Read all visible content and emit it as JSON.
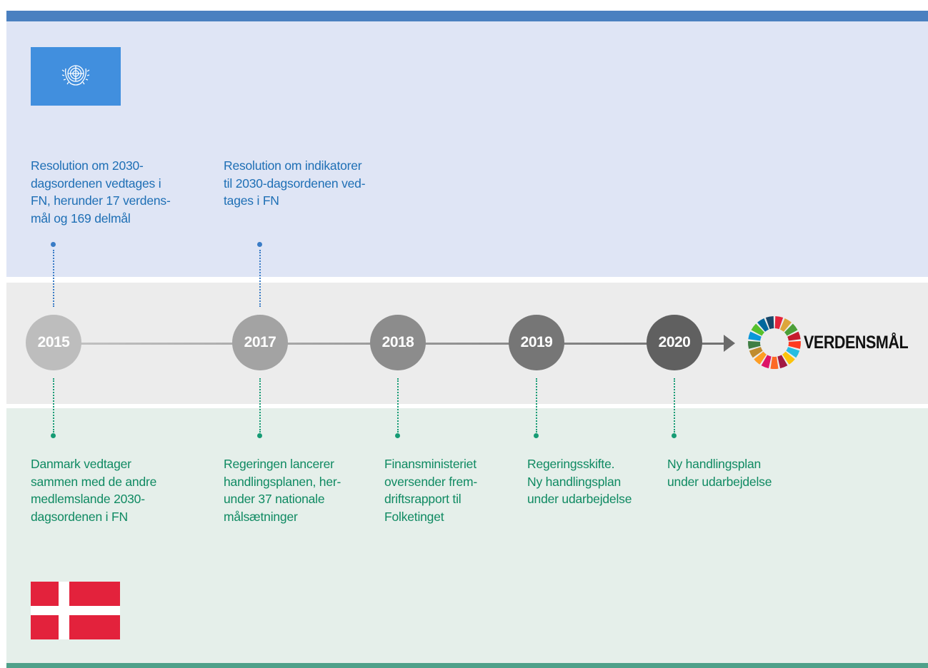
{
  "un_events": [
    {
      "lines": [
        "Resolution om 2030-",
        "dagsordenen vedtages i",
        "FN, herunder 17 verdens-",
        "mål og 169 delmål"
      ]
    },
    {
      "lines": [
        "Resolution om indikatorer",
        "til 2030-dagsordenen ved-",
        "tages i FN"
      ]
    }
  ],
  "years": [
    "2015",
    "2017",
    "2018",
    "2019",
    "2020"
  ],
  "dk_events": [
    {
      "lines": [
        "Danmark vedtager",
        "sammen med de andre",
        "medlemslande 2030-",
        "dagsordenen i FN"
      ]
    },
    {
      "lines": [
        "Regeringen lancerer",
        "handlingsplanen, her-",
        "under 37 nationale",
        "målsætninger"
      ]
    },
    {
      "lines": [
        "Finansministeriet",
        "oversender frem-",
        "driftsrapport til",
        "Folketinget"
      ]
    },
    {
      "lines": [
        "Regeringsskifte.",
        "Ny handlingsplan",
        "under udarbejdelse"
      ]
    },
    {
      "lines": [
        "Ny handlingsplan",
        "under udarbejdelse"
      ]
    }
  ],
  "sdg_logo_text": "VERDENSMÅL",
  "colors": {
    "un_text": "#1e6fb5",
    "dk_text": "#0f8a62",
    "un_band": "#dfe5f5",
    "dk_band": "#e5efea",
    "top_bar": "#4a80c0",
    "bottom_bar": "#4fa18a",
    "year_circles": [
      "#bdbdbd",
      "#a3a3a3",
      "#8c8c8c",
      "#767676",
      "#606060"
    ]
  },
  "icons": [
    "un-emblem-icon",
    "danish-flag-icon",
    "sdg-wheel-icon",
    "arrow-right-icon"
  ]
}
